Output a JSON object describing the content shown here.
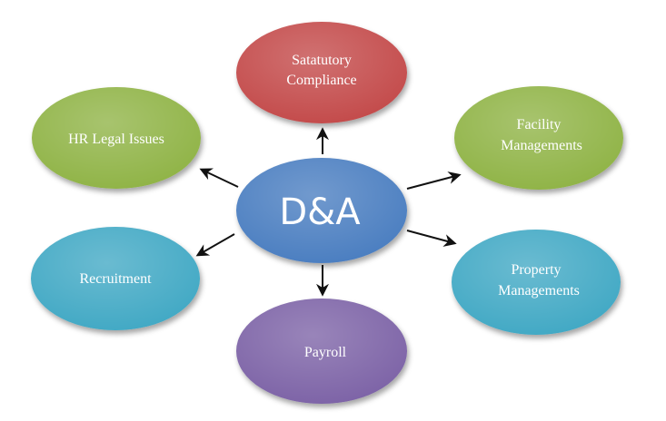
{
  "center": {
    "label": "D&A",
    "color": "#4a7dc0"
  },
  "nodes": {
    "compliance": {
      "line1": "Satatutory",
      "line2": "Compliance",
      "color": "#c3494a"
    },
    "hr_legal": {
      "line1": "HR Legal Issues",
      "color": "#8fb345"
    },
    "facility": {
      "line1": "Facility",
      "line2": "Managements",
      "color": "#8fb345"
    },
    "recruitment": {
      "line1": "Recruitment",
      "color": "#41a8c4"
    },
    "property": {
      "line1": "Property",
      "line2": "Managements",
      "color": "#41a8c4"
    },
    "payroll": {
      "line1": "Payroll",
      "color": "#7b62a6"
    }
  }
}
